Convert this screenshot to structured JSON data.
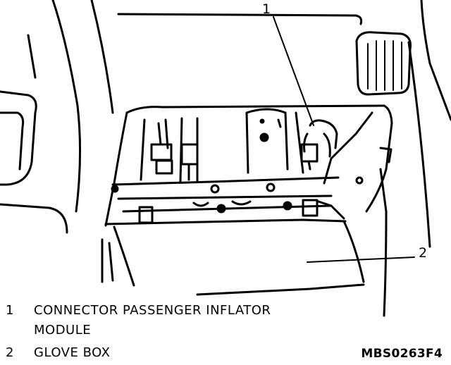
{
  "callouts": [
    {
      "number": "1"
    },
    {
      "number": "2"
    }
  ],
  "legend": [
    {
      "number": "1",
      "text": "CONNECTOR PASSENGER INFLATOR",
      "text_line2": "MODULE"
    },
    {
      "number": "2",
      "text": "GLOVE BOX"
    }
  ],
  "figure_code": "MBS0263F4"
}
